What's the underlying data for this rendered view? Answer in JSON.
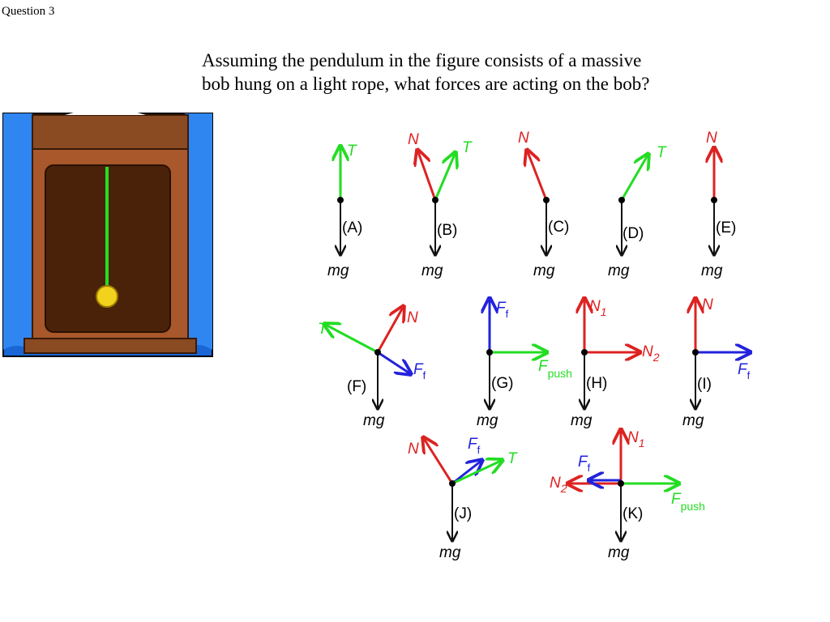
{
  "question_label": "Question 3",
  "prompt_line1": "Assuming the pendulum in the figure consists of a massive",
  "prompt_line2": "bob hung on a light rope, what forces are acting on the bob?",
  "colors": {
    "tension": "#22dd22",
    "normal": "#dd2222",
    "friction": "#2222dd",
    "weight": "#111111",
    "frame_blue": "#1a66d6",
    "clock_wood": "#8a4a22",
    "clock_panel": "#4a220a",
    "bob": "#f2d21c"
  },
  "diagrams": {
    "A": {
      "label": "(A)",
      "mg": "mg",
      "T": "T"
    },
    "B": {
      "label": "(B)",
      "mg": "mg",
      "T": "T",
      "N": "N"
    },
    "C": {
      "label": "(C)",
      "mg": "mg",
      "N": "N"
    },
    "D": {
      "label": "(D)",
      "mg": "mg",
      "T": "T"
    },
    "E": {
      "label": "(E)",
      "mg": "mg",
      "N": "N"
    },
    "F": {
      "label": "(F)",
      "mg": "mg",
      "T": "T",
      "N": "N",
      "F": "F",
      "f": "f"
    },
    "G": {
      "label": "(G)",
      "mg": "mg",
      "F": "F",
      "f": "f",
      "Fpush": "F",
      "push": "push"
    },
    "H": {
      "label": "(H)",
      "mg": "mg",
      "N1": "N",
      "N1sub": "1",
      "N2": "N",
      "N2sub": "2"
    },
    "I": {
      "label": "(I)",
      "mg": "mg",
      "N": "N",
      "F": "F",
      "f": "f"
    },
    "J": {
      "label": "(J)",
      "mg": "mg",
      "N": "N",
      "T": "T",
      "F": "F",
      "f": "f"
    },
    "K": {
      "label": "(K)",
      "mg": "mg",
      "N1": "N",
      "N1sub": "1",
      "N2": "N",
      "N2sub": "2",
      "F": "F",
      "f": "f",
      "Fpush": "F",
      "push": "push"
    }
  }
}
